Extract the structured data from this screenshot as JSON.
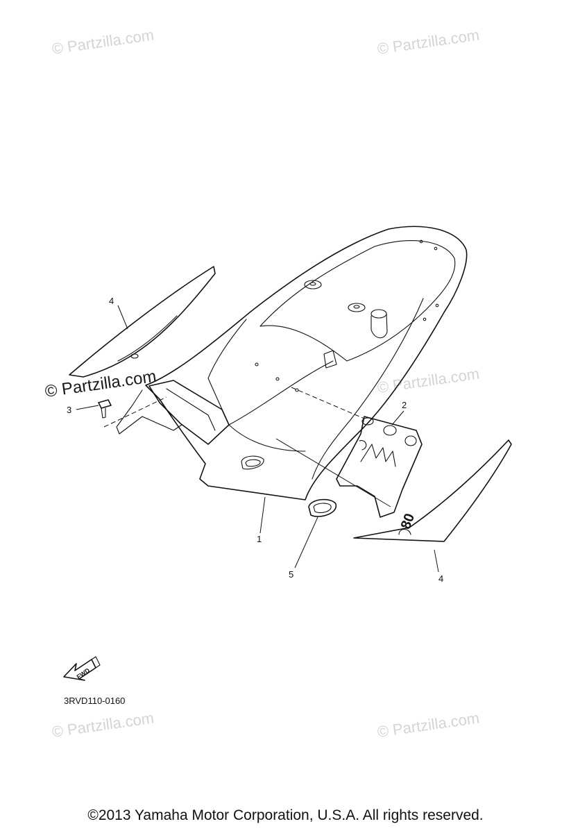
{
  "watermarks": {
    "top_left": "© Partzilla.com",
    "top_right": "© Partzilla.com",
    "center_left": "© Partzilla.com",
    "center_right": "© Partzilla.com",
    "bottom_left": "© Partzilla.com",
    "bottom_right": "© Partzilla.com"
  },
  "callouts": {
    "c1": "1",
    "c2": "2",
    "c3": "3",
    "c4_left": "4",
    "c4_right": "4",
    "c5": "5"
  },
  "decal_number": "80",
  "fwd_label": "FWD",
  "diagram_code": "3RVD110-0160",
  "copyright": "©2013  Yamaha Motor Corporation, U.S.A. All rights reserved.",
  "colors": {
    "line": "#111111",
    "watermark": "#d4d4d4",
    "background": "#ffffff"
  }
}
